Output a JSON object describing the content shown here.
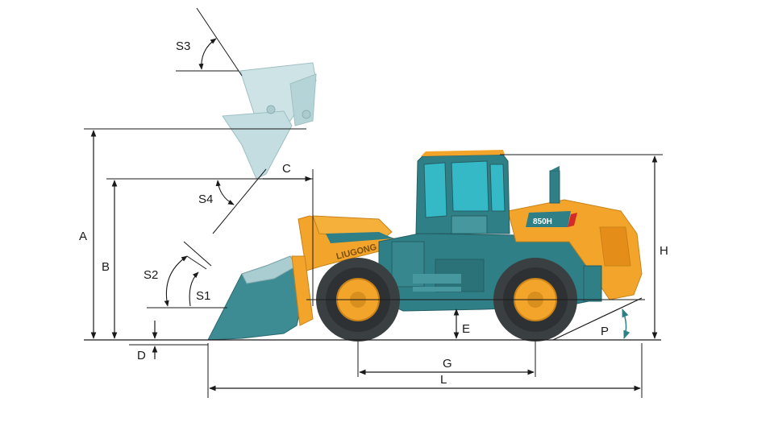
{
  "model_badge": "850H",
  "boom_brand": "LIUGONG",
  "dimension_labels": {
    "A": "A",
    "B": "B",
    "C": "C",
    "D": "D",
    "E": "E",
    "G": "G",
    "H": "H",
    "L": "L",
    "P": "P",
    "S1": "S1",
    "S2": "S2",
    "S3": "S3",
    "S4": "S4"
  },
  "colors": {
    "body_yellow": "#f2a52a",
    "frame_teal": "#2f7f86",
    "tire_dark": "#3a3f42",
    "glass": "#35b9c7",
    "ghost_bucket": "#b9d8db",
    "line": "#1a1a1a"
  }
}
